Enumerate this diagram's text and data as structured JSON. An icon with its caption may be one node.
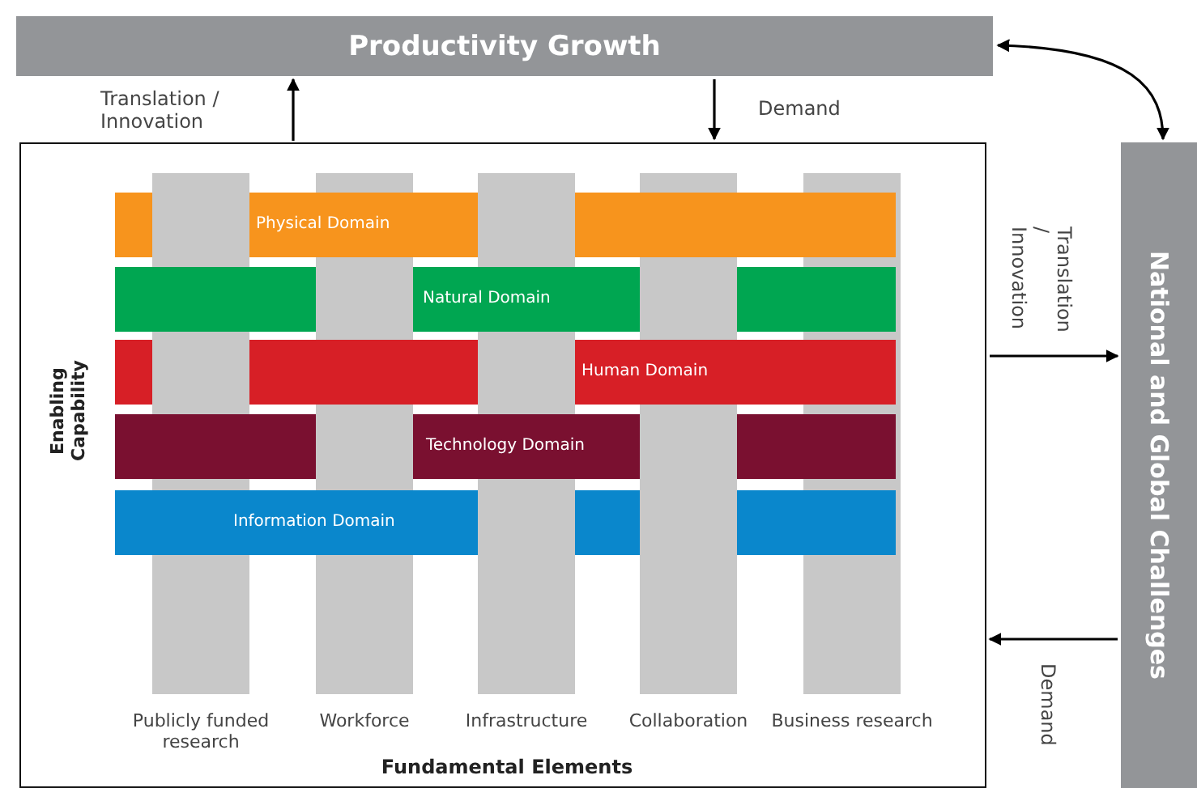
{
  "diagram": {
    "nodes": [
      {
        "text": [
          "Productivity Growth"
        ]
      },
      {
        "text": [
          "National and Global Challenges"
        ]
      },
      {
        "text": [
          "Enabling Capability",
          "Fundamental Elements"
        ]
      },
      {
        "text": [
          "Physical Domain"
        ],
        "in": 2
      },
      {
        "text": [
          "Natural Domain"
        ],
        "in": 2
      },
      {
        "text": [
          "Human Domain"
        ],
        "in": 2
      },
      {
        "text": [
          "Technology Domain"
        ],
        "in": 2
      },
      {
        "text": [
          "Information Domain"
        ],
        "in": 2
      },
      {
        "text": [
          "Publicly funded research"
        ],
        "in": 2
      },
      {
        "text": [
          "Workforce"
        ],
        "in": 2
      },
      {
        "text": [
          "Infrastructure"
        ],
        "in": 2
      },
      {
        "text": [
          "Collaboration"
        ],
        "in": 2
      },
      {
        "text": [
          "Business research"
        ],
        "in": 2
      }
    ],
    "edges": [
      {
        "from": 2,
        "to": 0,
        "arrow": "to",
        "label": "Translation / Innovation"
      },
      {
        "from": 0,
        "to": 2,
        "arrow": "to",
        "label": "Demand"
      },
      {
        "from": 0,
        "to": 1,
        "arrow": "both"
      },
      {
        "from": 2,
        "to": 1,
        "arrow": "to",
        "label": "Translation / Innovation"
      },
      {
        "from": 1,
        "to": 2,
        "arrow": "to",
        "label": "Demand"
      }
    ]
  }
}
